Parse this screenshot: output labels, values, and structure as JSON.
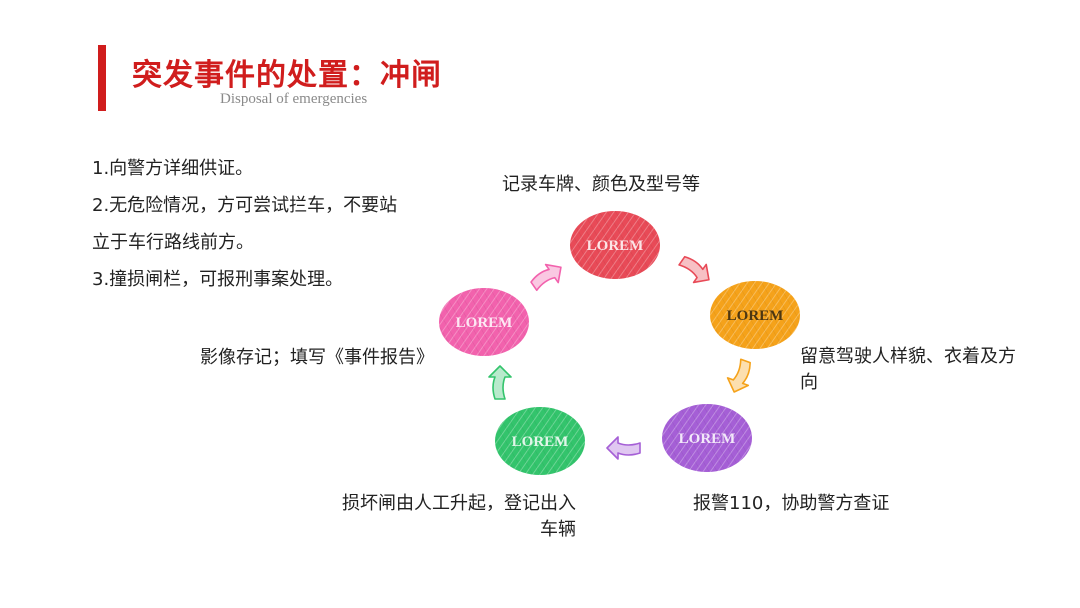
{
  "header": {
    "title": "突发事件的处置：冲闸",
    "subtitle": "Disposal of emergencies"
  },
  "points": [
    "1.向警方详细供证。",
    "2.无危险情况，方可尝试拦车，不要站",
    "立于车行路线前方。",
    "3.撞损闸栏，可报刑事案处理。"
  ],
  "cycle": {
    "nodes": [
      {
        "label": "LOREM",
        "color": "#e84a57",
        "caption": "记录车牌、颜色及型号等"
      },
      {
        "label": "LOREM",
        "color": "#f5a21a",
        "caption": "留意驾驶人样貌、衣着及方向"
      },
      {
        "label": "LOREM",
        "color": "#a55fd6",
        "caption": "报警110，协助警方查证"
      },
      {
        "label": "LOREM",
        "color": "#33c46c",
        "caption": "损坏闸由人工升起，登记出入车辆"
      },
      {
        "label": "LOREM",
        "color": "#f262ad",
        "caption": "影像存记；填写《事件报告》"
      }
    ]
  }
}
